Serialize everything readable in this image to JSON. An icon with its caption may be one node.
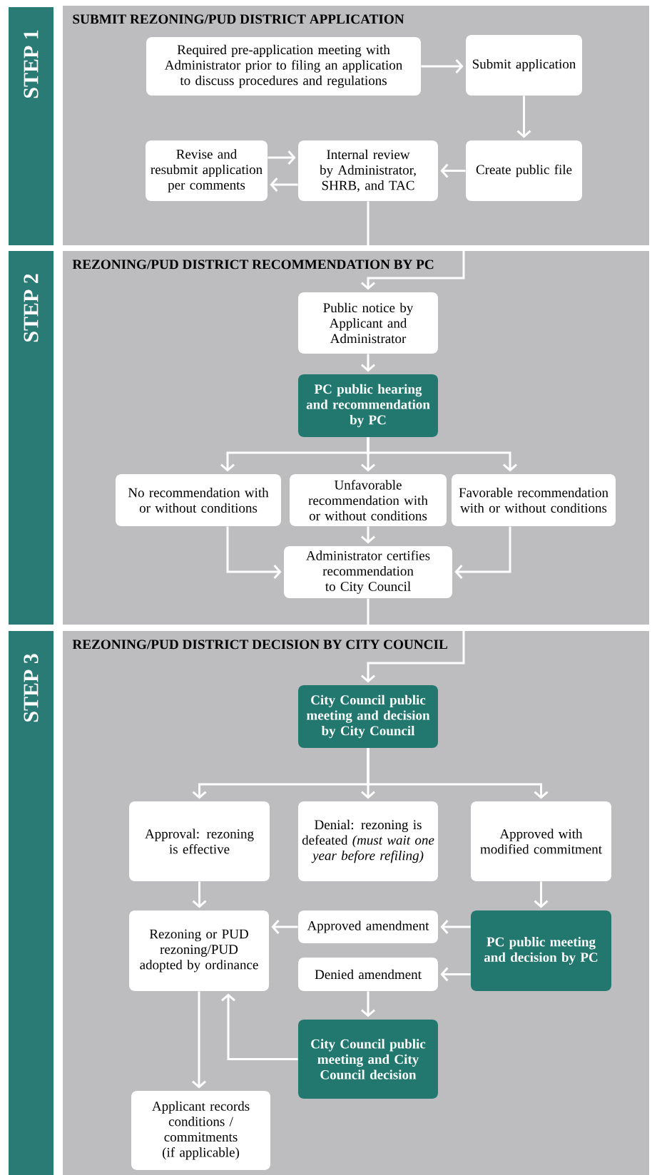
{
  "diagram": {
    "nodes": [
      {
        "text": [
          "STEP 1"
        ]
      },
      {
        "text": [
          "SUBMIT REZONING/PUD DISTRICT APPLICATION"
        ]
      },
      {
        "text": [
          "Required pre-application meeting with Administrator prior to filing an application to discuss procedures and regulations"
        ],
        "in": 1
      },
      {
        "text": [
          "Submit application"
        ],
        "in": 1
      },
      {
        "text": [
          "Revise and resubmit application per comments"
        ],
        "in": 1
      },
      {
        "text": [
          "Internal review by Administrator, SHRB, and TAC"
        ],
        "in": 1
      },
      {
        "text": [
          "Create public file"
        ],
        "in": 1
      },
      {
        "text": [
          "STEP 2"
        ]
      },
      {
        "text": [
          "REZONING/PUD DISTRICT RECOMMENDATION BY PC"
        ]
      },
      {
        "text": [
          "Public notice by Applicant and Administrator"
        ],
        "in": 8
      },
      {
        "text": [
          "PC public hearing and recommendation by PC"
        ],
        "in": 8
      },
      {
        "text": [
          "No recommendation with or without conditions"
        ],
        "in": 8
      },
      {
        "text": [
          "Unfavorable recommendation with or without conditions"
        ],
        "in": 8
      },
      {
        "text": [
          "Favorable recommendation with or without conditions"
        ],
        "in": 8
      },
      {
        "text": [
          "Administrator certifies recommendation to City Council"
        ],
        "in": 8
      },
      {
        "text": [
          "STEP 3"
        ]
      },
      {
        "text": [
          "REZONING/PUD DISTRICT DECISION BY CITY COUNCIL"
        ]
      },
      {
        "text": [
          "City Council public meeting and decision by City Council"
        ],
        "in": 16
      },
      {
        "text": [
          "Approval: rezoning is effective"
        ],
        "in": 16
      },
      {
        "text": [
          "Denial: rezoning is defeated *(must wait one year before refiling)*"
        ],
        "in": 16
      },
      {
        "text": [
          "Approved with modified commitment"
        ],
        "in": 16
      },
      {
        "text": [
          "Rezoning or PUD rezoning/PUD adopted by ordinance"
        ],
        "in": 16
      },
      {
        "text": [
          "Approved amendment"
        ],
        "in": 16
      },
      {
        "text": [
          "PC public meeting and decision by PC"
        ],
        "in": 16
      },
      {
        "text": [
          "Denied amendment"
        ],
        "in": 16
      },
      {
        "text": [
          "City Council public meeting and City Council decision"
        ],
        "in": 16
      },
      {
        "text": [
          "Applicant records conditions / commitments (if applicable)"
        ],
        "in": 16
      }
    ],
    "edges": [
      {
        "from": 2,
        "to": 3,
        "arrow": "to"
      },
      {
        "from": 3,
        "to": 6,
        "arrow": "to"
      },
      {
        "from": 6,
        "to": 5,
        "arrow": "to"
      },
      {
        "from": 4,
        "to": 5,
        "arrow": "to"
      },
      {
        "from": 5,
        "to": 4,
        "arrow": "to"
      },
      {
        "from": 5,
        "to": 9,
        "arrow": "to"
      },
      {
        "from": 9,
        "to": 10,
        "arrow": "to"
      },
      {
        "from": 10,
        "to": 11,
        "arrow": "to"
      },
      {
        "from": 10,
        "to": 12,
        "arrow": "to"
      },
      {
        "from": 10,
        "to": 13,
        "arrow": "to"
      },
      {
        "from": 11,
        "to": 14,
        "arrow": "to"
      },
      {
        "from": 12,
        "to": 14,
        "arrow": "to"
      },
      {
        "from": 13,
        "to": 14,
        "arrow": "to"
      },
      {
        "from": 14,
        "to": 17,
        "arrow": "to"
      },
      {
        "from": 17,
        "to": 18,
        "arrow": "to"
      },
      {
        "from": 17,
        "to": 19,
        "arrow": "to"
      },
      {
        "from": 17,
        "to": 20,
        "arrow": "to"
      },
      {
        "from": 18,
        "to": 21,
        "arrow": "to"
      },
      {
        "from": 20,
        "to": 23,
        "arrow": "to"
      },
      {
        "from": 23,
        "to": 22,
        "arrow": "to"
      },
      {
        "from": 23,
        "to": 24,
        "arrow": "to"
      },
      {
        "from": 22,
        "to": 21,
        "arrow": "to"
      },
      {
        "from": 24,
        "to": 25,
        "arrow": "to"
      },
      {
        "from": 25,
        "to": 21,
        "arrow": "to"
      },
      {
        "from": 21,
        "to": 26,
        "arrow": "to"
      }
    ]
  }
}
